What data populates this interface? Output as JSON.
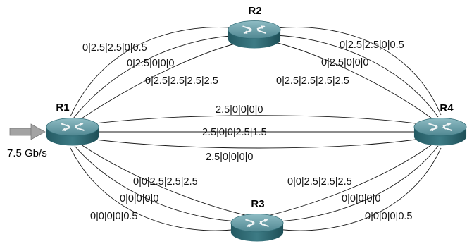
{
  "routers": {
    "r1": "R1",
    "r2": "R2",
    "r3": "R3",
    "r4": "R4"
  },
  "input_rate": "7.5 Gb/s",
  "links": {
    "r1_r2": [
      "0|2.5|2.5|0|0.5",
      "0|2.5|0|0|0",
      "0|2.5|2.5|2.5|2.5"
    ],
    "r2_r4": [
      "0|2.5|2.5|0|0.5",
      "0|2.5|0|0|0",
      "0|2.5|2.5|2.5|2.5"
    ],
    "r1_r4": [
      "2.5|0|0|0|0",
      "2.5|0|0|2.5|1.5",
      "2.5|0|0|0|0"
    ],
    "r1_r3": [
      "0|0|2.5|2.5|2.5",
      "0|0|0|0|0",
      "0|0|0|0|0.5"
    ],
    "r3_r4": [
      "0|0|2.5|2.5|2.5",
      "0|0|0|0|0",
      "0|0|0|0|0.5"
    ]
  },
  "colors": {
    "router_top": "#5a8e98",
    "router_side": "#2f6a74",
    "arrow": "#9e9e9e",
    "link": "#1a1a1a"
  }
}
